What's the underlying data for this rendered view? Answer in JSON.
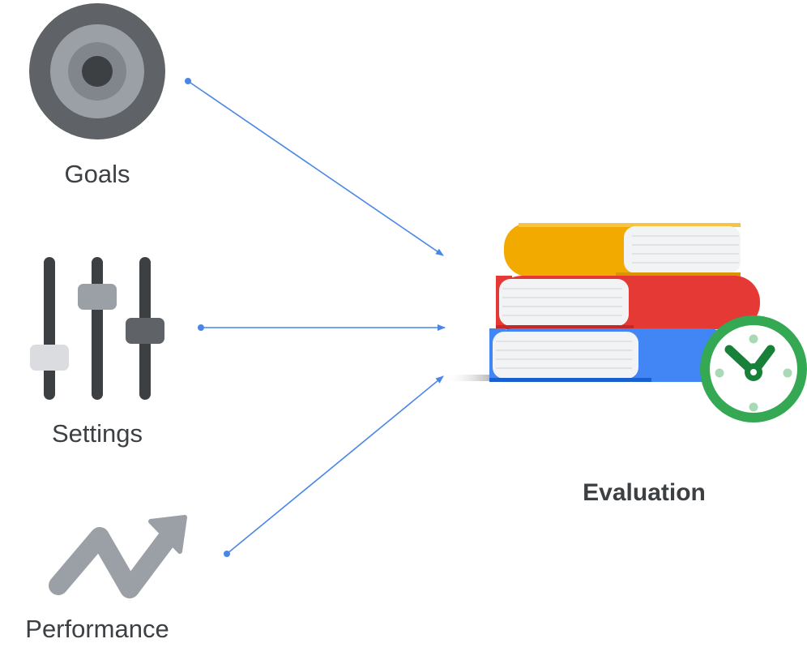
{
  "inputs": [
    {
      "label": "Goals",
      "icon": "target-icon"
    },
    {
      "label": "Settings",
      "icon": "sliders-icon"
    },
    {
      "label": "Performance",
      "icon": "trending-up-icon"
    }
  ],
  "output": {
    "label": "Evaluation",
    "icon": "books-with-clock-icon"
  },
  "colors": {
    "arrow": "#4a86e8",
    "icon_gray_dark": "#3c4043",
    "icon_gray_mid": "#9aa0a6",
    "book_yellow": "#f2a900",
    "book_red": "#e53935",
    "book_blue": "#4285f4",
    "clock_green": "#34a853"
  }
}
